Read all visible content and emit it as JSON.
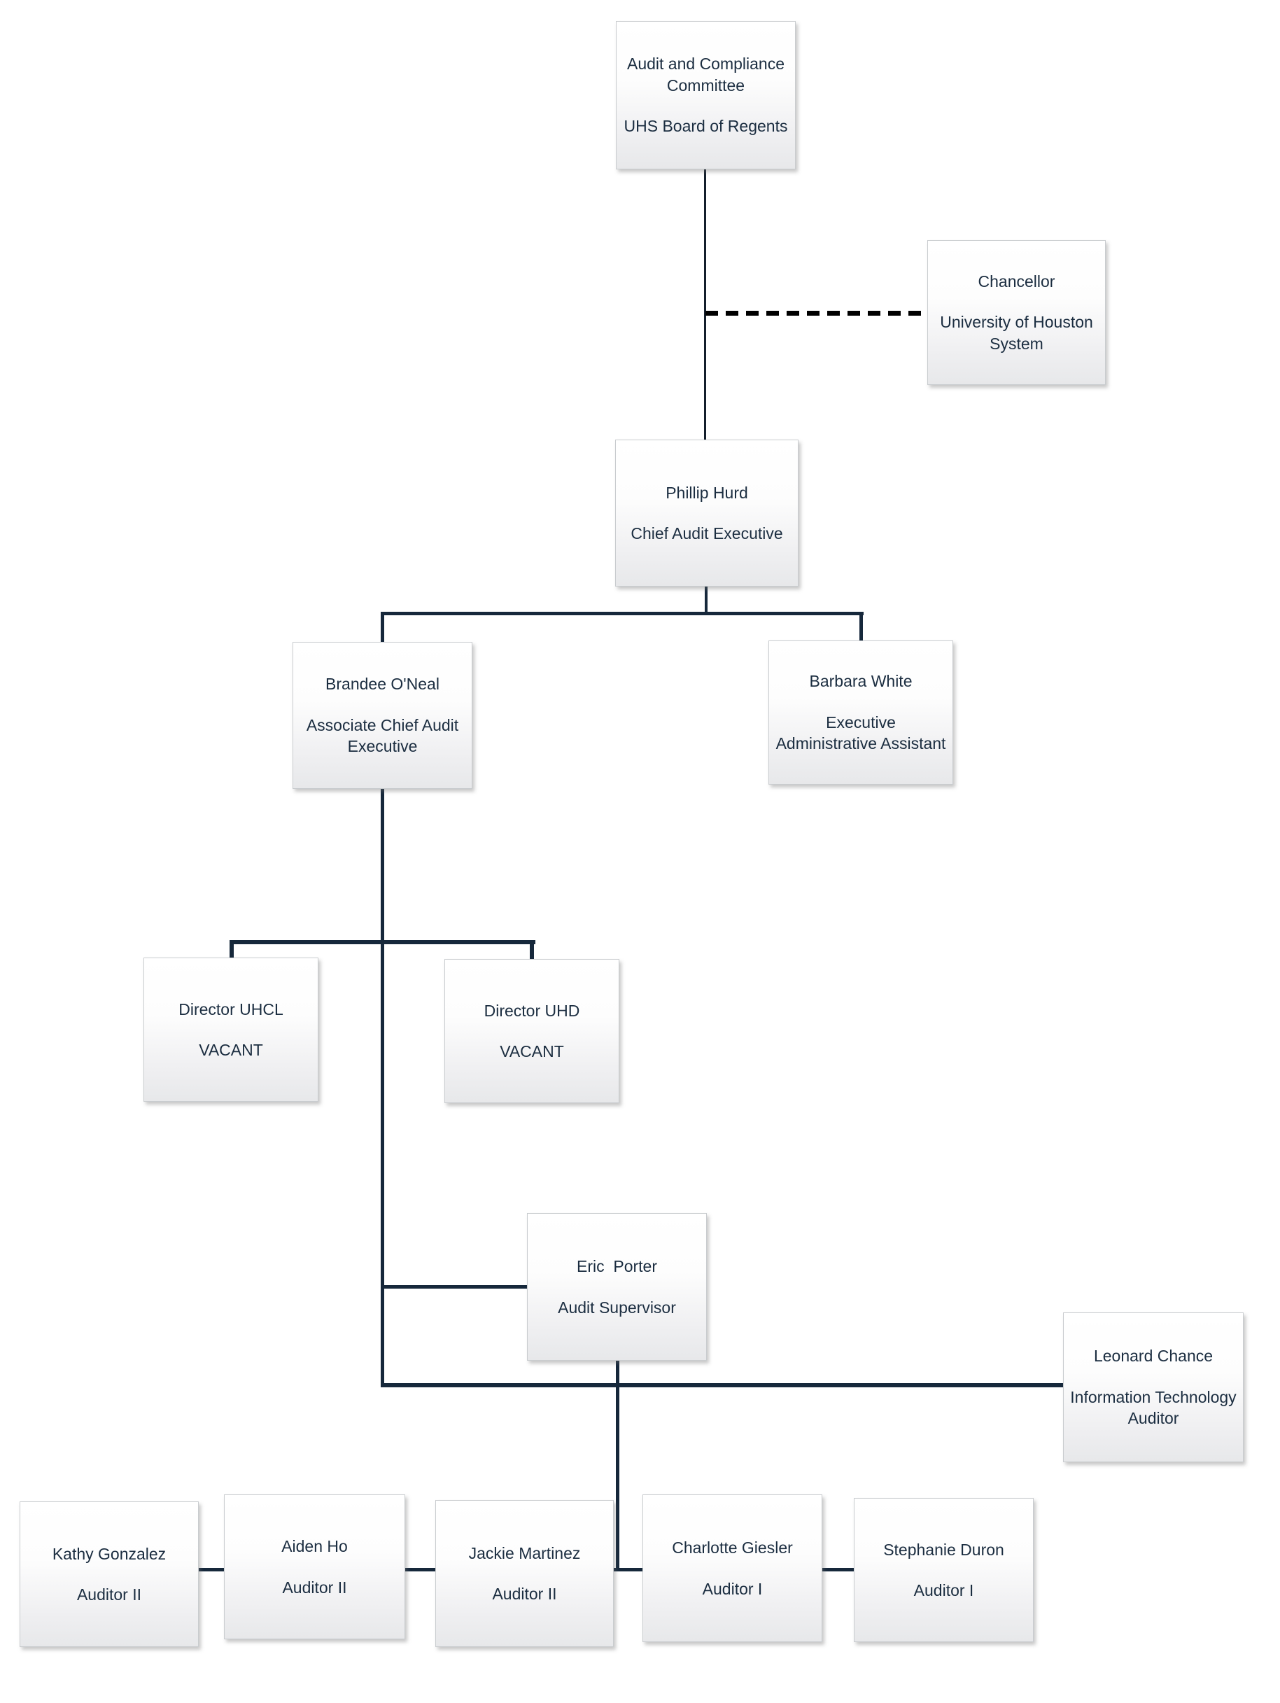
{
  "diagram": {
    "type": "org-chart",
    "line_styles": {
      "solid": "direct reporting line",
      "dashed": "indirect / advisory line"
    }
  },
  "colors": {
    "connector": "#16283b",
    "dashed_connector": "#000000",
    "box_text": "#1b2d40",
    "box_border": "#c9cccf",
    "box_background_top": "#ffffff",
    "box_background_bottom": "#e7e8ea",
    "page_background": "#ffffff"
  },
  "nodes": [
    {
      "id": "committee",
      "name_lines": [
        "Audit and Compliance",
        "Committee"
      ],
      "role_lines": [
        "UHS Board of Regents"
      ]
    },
    {
      "id": "chancellor",
      "name_lines": [
        "Chancellor"
      ],
      "role_lines": [
        "University of Houston",
        "System"
      ]
    },
    {
      "id": "cae",
      "name_lines": [
        "Phillip Hurd"
      ],
      "role_lines": [
        "Chief Audit Executive"
      ]
    },
    {
      "id": "acae",
      "name_lines": [
        "Brandee O'Neal"
      ],
      "role_lines": [
        "Associate Chief Audit",
        "Executive"
      ]
    },
    {
      "id": "eaa",
      "name_lines": [
        "Barbara White"
      ],
      "role_lines": [
        "Executive",
        "Administrative Assistant"
      ]
    },
    {
      "id": "uhcl",
      "name_lines": [
        "Director UHCL"
      ],
      "role_lines": [
        "VACANT"
      ]
    },
    {
      "id": "uhd",
      "name_lines": [
        "Director UHD"
      ],
      "role_lines": [
        "VACANT"
      ]
    },
    {
      "id": "supervisor",
      "name_lines": [
        "Eric  Porter"
      ],
      "role_lines": [
        "Audit Supervisor"
      ]
    },
    {
      "id": "it_auditor",
      "name_lines": [
        "Leonard Chance"
      ],
      "role_lines": [
        "Information Technology",
        "Auditor"
      ]
    },
    {
      "id": "auditor_kathy",
      "name_lines": [
        "Kathy Gonzalez"
      ],
      "role_lines": [
        "Auditor II"
      ]
    },
    {
      "id": "auditor_aiden",
      "name_lines": [
        "Aiden Ho"
      ],
      "role_lines": [
        "Auditor II"
      ]
    },
    {
      "id": "auditor_jackie",
      "name_lines": [
        "Jackie Martinez"
      ],
      "role_lines": [
        "Auditor II"
      ]
    },
    {
      "id": "auditor_charlotte",
      "name_lines": [
        "Charlotte Giesler"
      ],
      "role_lines": [
        "Auditor I"
      ]
    },
    {
      "id": "auditor_stephanie",
      "name_lines": [
        "Stephanie Duron"
      ],
      "role_lines": [
        "Auditor I"
      ]
    }
  ],
  "edges": [
    {
      "from": "committee",
      "to": "cae",
      "style": "solid"
    },
    {
      "from": "chancellor",
      "to": "cae-line",
      "style": "dashed"
    },
    {
      "from": "cae",
      "to": "acae",
      "style": "solid"
    },
    {
      "from": "cae",
      "to": "eaa",
      "style": "solid"
    },
    {
      "from": "acae",
      "to": "uhcl",
      "style": "solid"
    },
    {
      "from": "acae",
      "to": "uhd",
      "style": "solid"
    },
    {
      "from": "acae",
      "to": "supervisor",
      "style": "solid"
    },
    {
      "from": "acae",
      "to": "it_auditor",
      "style": "solid"
    },
    {
      "from": "supervisor",
      "to": "auditor_row",
      "style": "solid"
    }
  ]
}
